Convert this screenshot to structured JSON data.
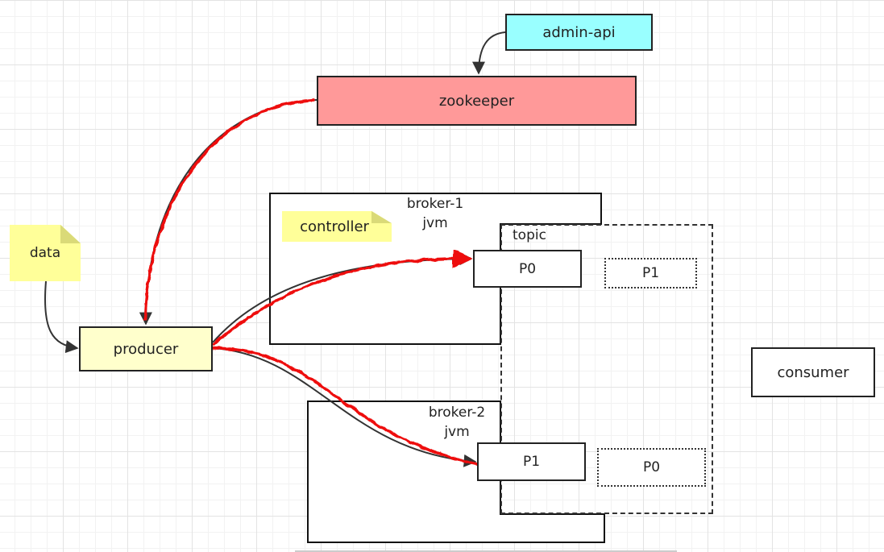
{
  "nodes": {
    "admin_api": "admin-api",
    "zookeeper": "zookeeper",
    "data": "data",
    "producer": "producer",
    "controller": "controller",
    "consumer": "consumer"
  },
  "broker_1": {
    "name": "broker-1",
    "runtime": "jvm"
  },
  "broker_2": {
    "name": "broker-2",
    "runtime": "jvm"
  },
  "topic": {
    "label": "topic",
    "broker_1_partitions": {
      "leader": "P0",
      "replica": "P1"
    },
    "broker_2_partitions": {
      "leader": "P1",
      "replica": "P0"
    }
  },
  "colors": {
    "admin_api_fill": "#99ffff",
    "zookeeper_fill": "#ff9999",
    "producer_fill": "#ffffcc",
    "note_fill": "#ffff99",
    "highlight_stroke": "#ff0000",
    "stroke": "#333333"
  }
}
